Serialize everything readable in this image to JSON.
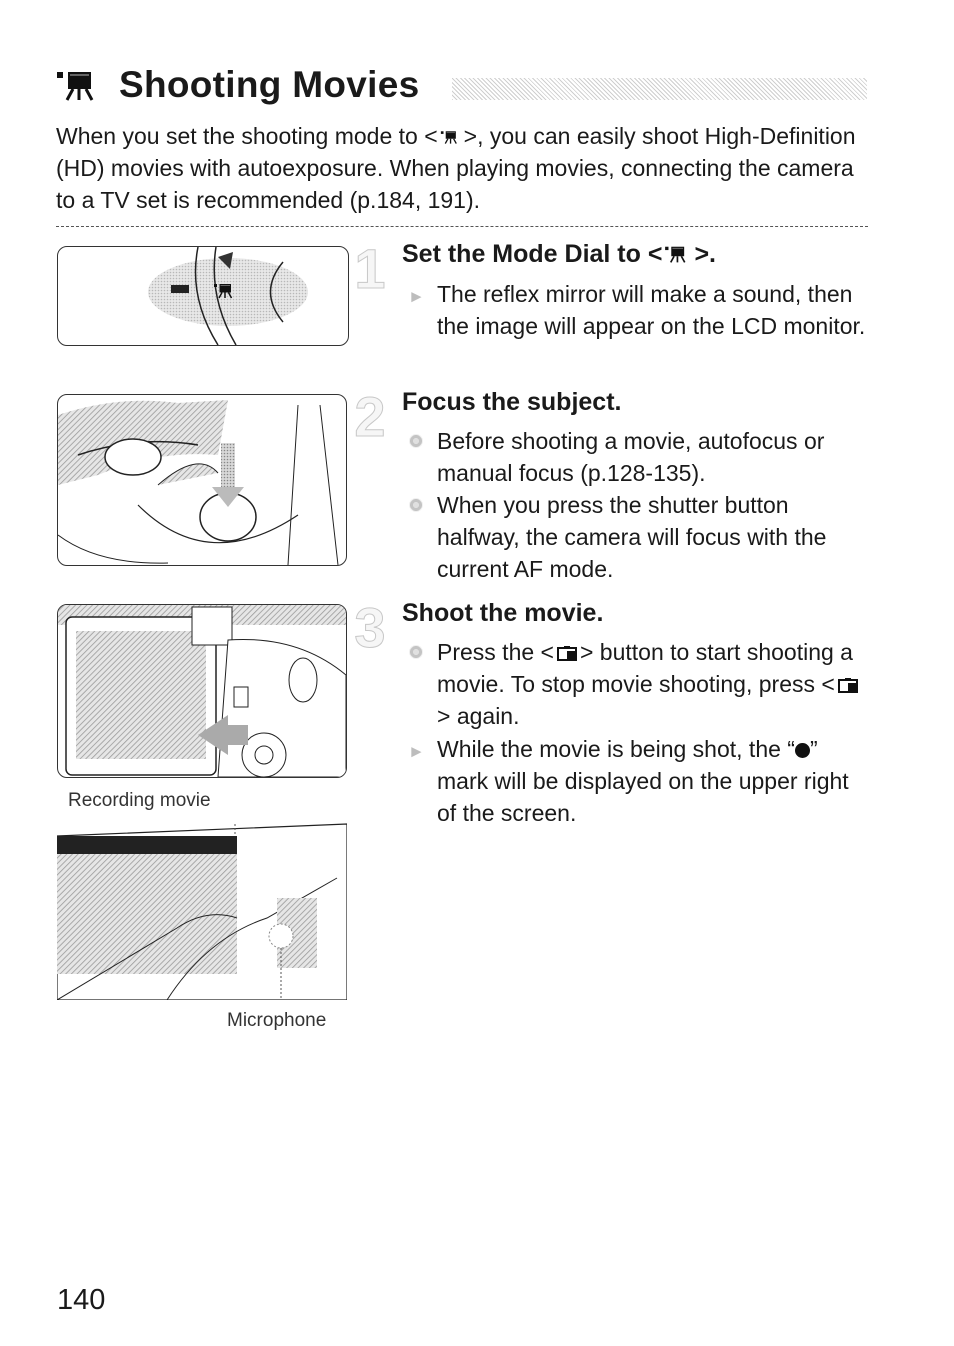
{
  "page": {
    "title": "Shooting Movies",
    "intro_a": "When you set the shooting mode to <",
    "intro_b": ">, you can easily shoot High-Definition (HD) movies with autoexposure. When playing movies, connecting the camera to a TV set is recommended (p.184, 191).",
    "page_number": "140"
  },
  "steps": [
    {
      "number": "1",
      "title_a": "Set the Mode Dial to <",
      "title_b": ">.",
      "items": [
        {
          "text": "The reflex mirror will make a sound, then the image will appear on the LCD monitor."
        }
      ]
    },
    {
      "number": "2",
      "title": "Focus the subject.",
      "items": [
        {
          "text": "Before shooting a movie, autofocus or manual focus (p.128-135)."
        },
        {
          "text": "When you press the shutter button halfway, the camera will focus with the current AF mode."
        }
      ]
    },
    {
      "number": "3",
      "title": "Shoot the movie.",
      "items": [
        {
          "text_a": "Press the <",
          "text_b": "> button to start shooting a movie. To stop movie shooting, press <",
          "text_c": "> again."
        },
        {
          "text_a": "While the movie is being shot, the “",
          "text_b": "” mark will be displayed on the upper right of the screen."
        }
      ]
    }
  ],
  "captions": {
    "recording": "Recording movie",
    "microphone": "Microphone"
  },
  "icons": {
    "movie_mode": "movie-mode-icon",
    "live_view_button": "live-view-button-icon",
    "recording_dot": "recording-dot-icon",
    "arrow": "arrow-icon",
    "bullet": "bullet-icon"
  }
}
